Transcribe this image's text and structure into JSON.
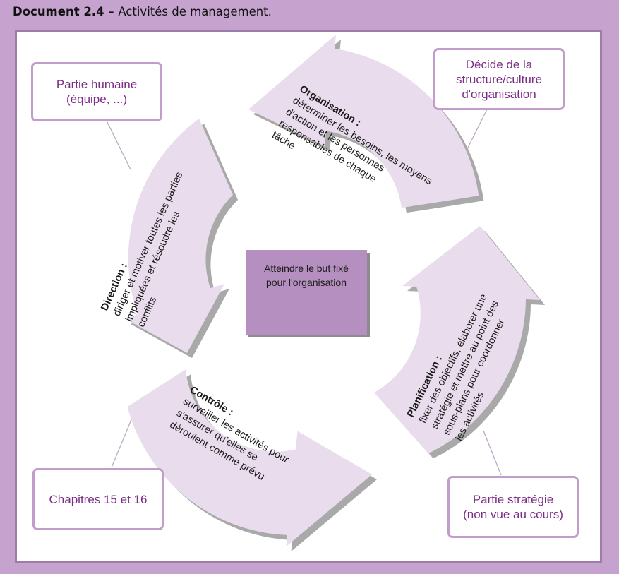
{
  "document": {
    "label": "Document 2.4",
    "separator": " – ",
    "title": "Activités de management."
  },
  "center": {
    "text": "Atteindre le but fixé\npour l'organisation"
  },
  "activities": {
    "organisation": {
      "heading": "Organisation :",
      "text": "déterminer les besoins, les moyens\nd'action et les personnes\nresponsables de chaque\ntâche"
    },
    "direction": {
      "heading": "Direction :",
      "text": "diriger et motiver toutes les parties\nimpliquées et résoudre les\nconflits"
    },
    "controle": {
      "heading": "Contrôle :",
      "text": "surveiller les activités pour\ns'assurer qu'elles se\ndéroulent comme prévu"
    },
    "planification": {
      "heading": "Planification :",
      "text": "fixer des objectifs, élaborer une\nstratégie et mettre au point des\nsous-plans pour coordonner\nles activités"
    }
  },
  "callouts": {
    "top_left": "Partie humaine\n(équipe, ...)",
    "top_right": "Décide de la\nstructure/culture\nd'organisation",
    "bottom_left": "Chapitres 15 et 16",
    "bottom_right": "Partie stratégie\n(non vue au cours)"
  },
  "colors": {
    "page_background": "#c6a3cf",
    "arrow_fill": "#e9dcec",
    "arrow_shadow": "#a9a9a9",
    "center_box": "#b58fc0",
    "callout_border": "#c29ccb",
    "callout_text": "#7b2c86"
  }
}
